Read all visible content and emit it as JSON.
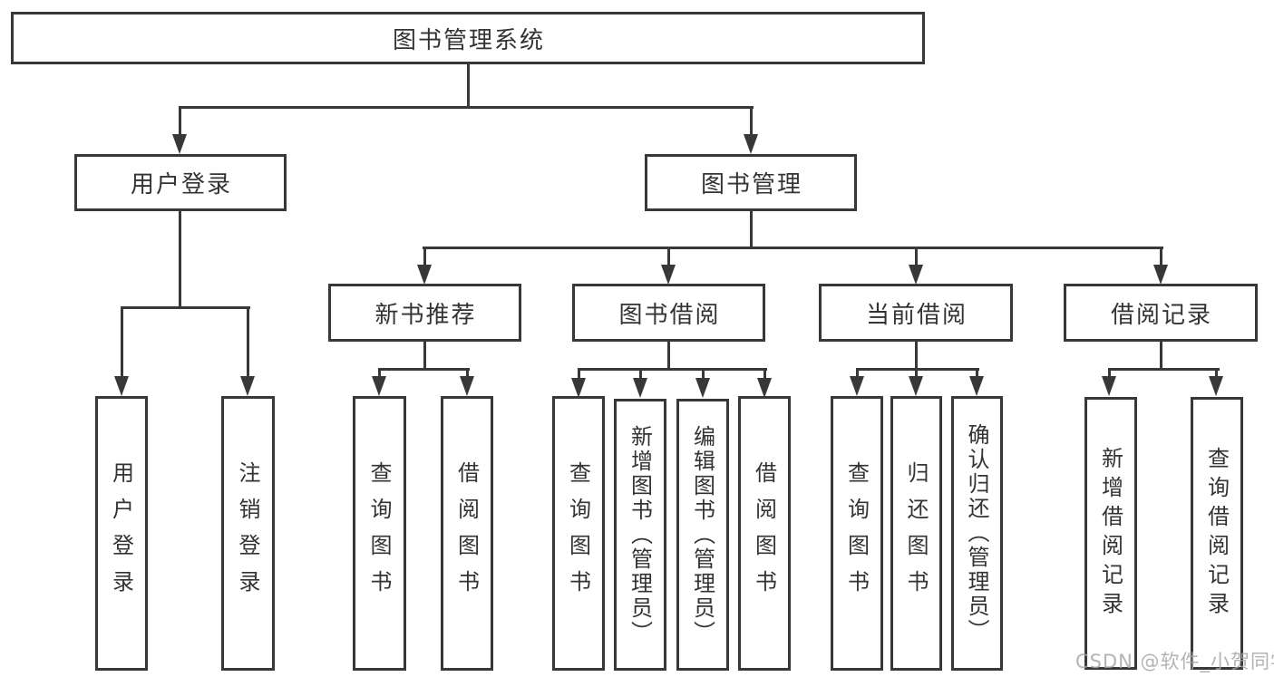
{
  "tree": {
    "root": "图书管理系统",
    "level2": [
      "用户登录",
      "图书管理"
    ],
    "level3": [
      "新书推荐",
      "图书借阅",
      "当前借阅",
      "借阅记录"
    ],
    "leaves": {
      "user_login": [
        "用户登录",
        "注销登录"
      ],
      "new_books": [
        "查询图书",
        "借阅图书"
      ],
      "borrow": [
        "查询图书",
        "新增图书（管理员）",
        "编辑图书（管理员）",
        "借阅图书"
      ],
      "current": [
        "查询图书",
        "归还图书",
        "确认归还（管理员）"
      ],
      "records": [
        "新增借阅记录",
        "查询借阅记录"
      ]
    }
  },
  "watermark": "CSDN @软件_小贺同学",
  "colors": {
    "line": "#383838",
    "text": "#333333",
    "background": "#ffffff",
    "watermark": "#a6a6a6"
  }
}
